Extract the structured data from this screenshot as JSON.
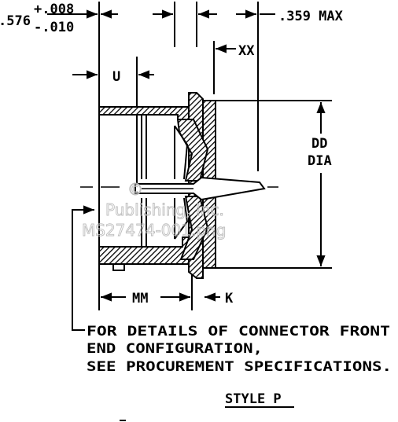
{
  "dimensions": {
    "overall_length": ".576",
    "tol_plus": "+.008",
    "tol_minus": "-.010",
    "max_length": ".359 MAX",
    "xx": "XX",
    "u": "U",
    "dd_line1": "DD",
    "dd_line2": "DIA",
    "mm": "MM",
    "k": "K"
  },
  "note": {
    "line1": "FOR DETAILS OF CONNECTOR FRONT",
    "line2": "END CONFIGURATION,",
    "line3": "SEE PROCUREMENT SPECIFICATIONS."
  },
  "style_label": "STYLE P",
  "watermark": {
    "line1": "©",
    "line2": "Publishing, Inc.",
    "line3": "MS27474-001.png"
  },
  "colors": {
    "ink": "#000000",
    "paper": "#ffffff",
    "watermark": "#bdbdbd"
  }
}
